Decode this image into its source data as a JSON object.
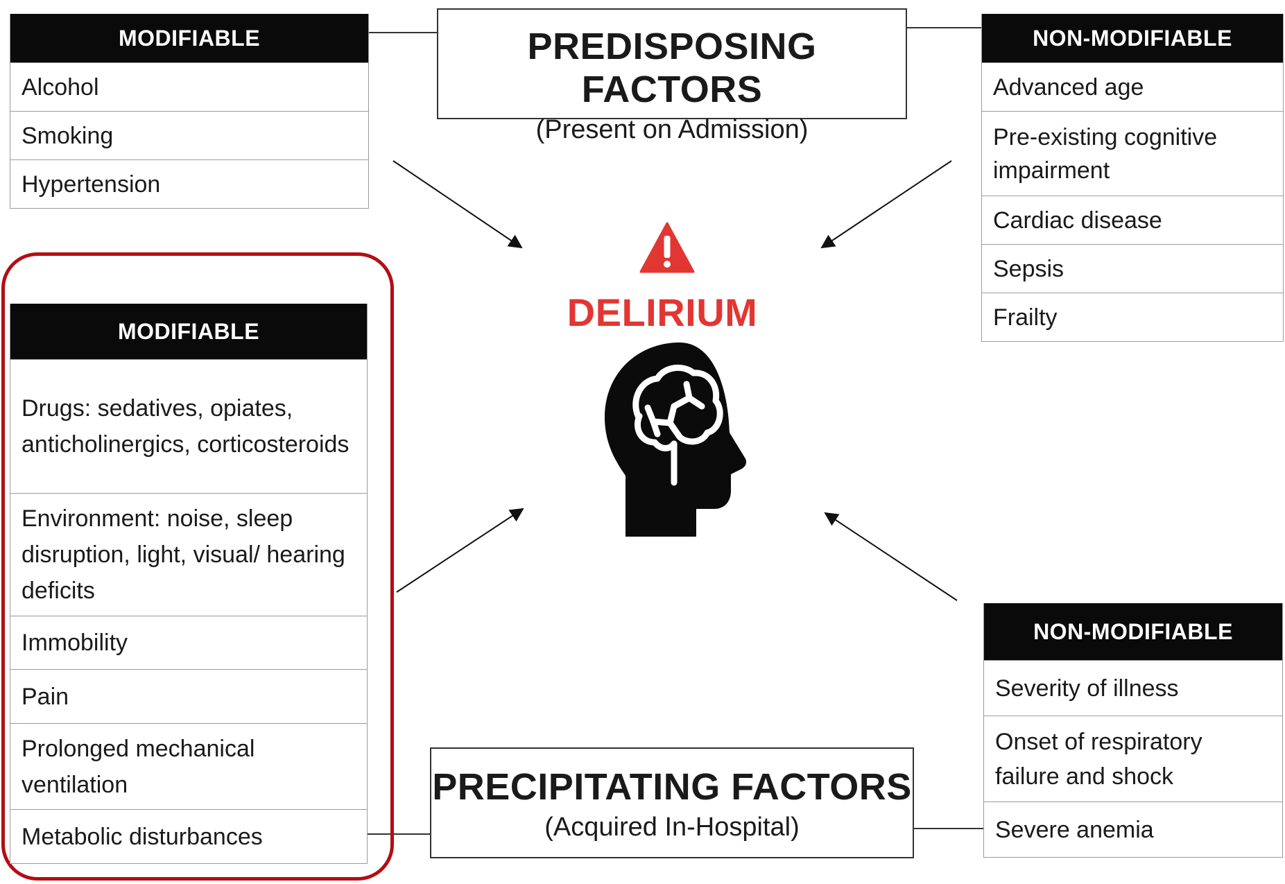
{
  "predisposing": {
    "title": "PREDISPOSING FACTORS",
    "subtitle": "(Present on Admission)",
    "modifiable": {
      "header": "MODIFIABLE",
      "items": [
        "Alcohol",
        "Smoking",
        "Hypertension"
      ]
    },
    "non_modifiable": {
      "header": "NON-MODIFIABLE",
      "items": [
        "Advanced age",
        "Pre-existing cognitive impairment",
        "Cardiac disease",
        "Sepsis",
        "Frailty"
      ]
    }
  },
  "precipitating": {
    "title": "PRECIPITATING FACTORS",
    "subtitle": "(Acquired In-Hospital)",
    "modifiable": {
      "header": "MODIFIABLE",
      "items": [
        "Drugs: sedatives, opiates, anticholinergics, corticosteroids",
        "Environment: noise, sleep disruption, light, visual/ hearing deficits",
        "Immobility",
        "Pain",
        "Prolonged mechanical ventilation",
        "Metabolic disturbances"
      ]
    },
    "non_modifiable": {
      "header": "NON-MODIFIABLE",
      "items": [
        "Severity of illness",
        "Onset of respiratory failure and shock",
        "Severe anemia"
      ]
    }
  },
  "center": {
    "label": "DELIRIUM",
    "warning_icon": "warning-triangle-icon",
    "head_icon": "head-brain-icon",
    "accent_color": "#e23632"
  },
  "highlight_color": "#b40d12"
}
